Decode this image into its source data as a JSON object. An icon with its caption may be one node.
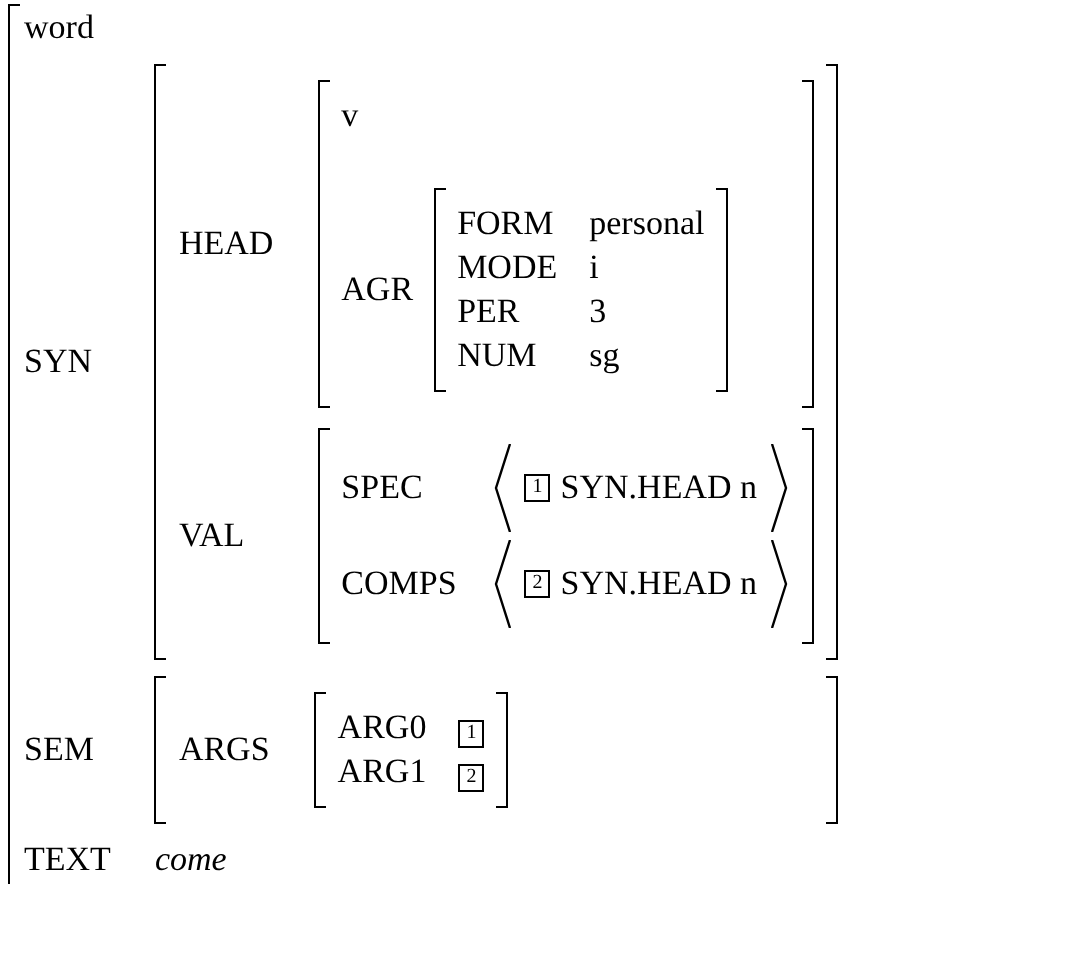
{
  "diagram": {
    "nodes": [
      {
        "text": [
          "word",
          "SYN",
          "SEM",
          "TEXT",
          "come"
        ]
      },
      {
        "text": [
          "HEAD",
          "VAL"
        ],
        "in": 0
      },
      {
        "text": [
          "v",
          "AGR"
        ],
        "in": 1
      },
      {
        "text": [
          "FORM",
          "personal",
          "MODE",
          "i",
          "PER",
          "3",
          "NUM",
          "sg"
        ],
        "in": 2
      },
      {
        "text": [
          "SPEC",
          "COMPS"
        ],
        "in": 1
      },
      {
        "text": [
          "SYN.HEAD n"
        ],
        "in": 4
      },
      {
        "text": [
          "1"
        ],
        "in": 5
      },
      {
        "text": [
          "SYN.HEAD n"
        ],
        "in": 4
      },
      {
        "text": [
          "2"
        ],
        "in": 7
      },
      {
        "text": [
          "ARGS"
        ],
        "in": 0
      },
      {
        "text": [
          "ARG0",
          "ARG1"
        ],
        "in": 9
      },
      {
        "text": [
          "1"
        ],
        "in": 10
      },
      {
        "text": [
          "2"
        ],
        "in": 10
      }
    ]
  }
}
